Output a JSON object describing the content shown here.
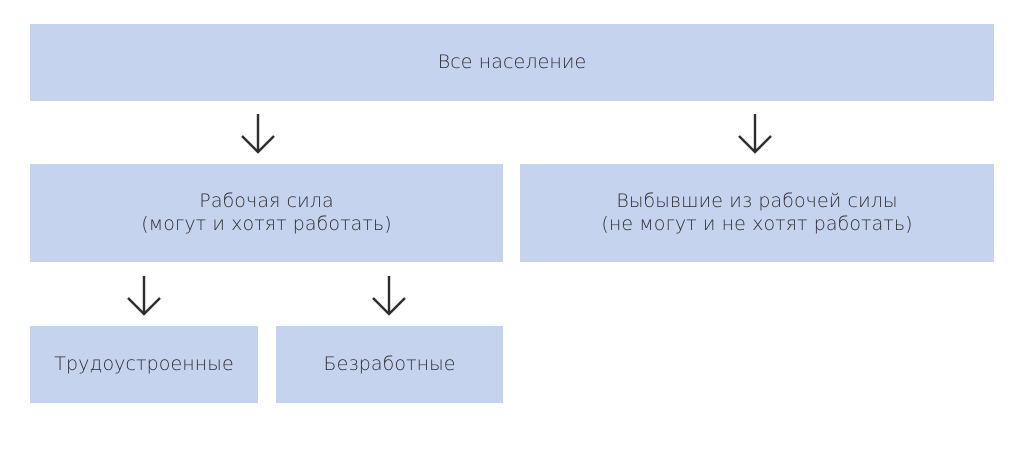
{
  "colors": {
    "box_fill": "#c5d3ee",
    "text": "#2d2d33",
    "arrow": "#2d2d33"
  },
  "root": {
    "label": "Все население"
  },
  "labor_force": {
    "line1": "Рабочая сила",
    "line2": "(могут и хотят работать)"
  },
  "out_of_labor_force": {
    "line1": "Выбывшие из рабочей силы",
    "line2": "(не могут и не хотят работать)"
  },
  "employed": {
    "label": "Трудоустроенные"
  },
  "unemployed": {
    "label": "Безработные"
  }
}
